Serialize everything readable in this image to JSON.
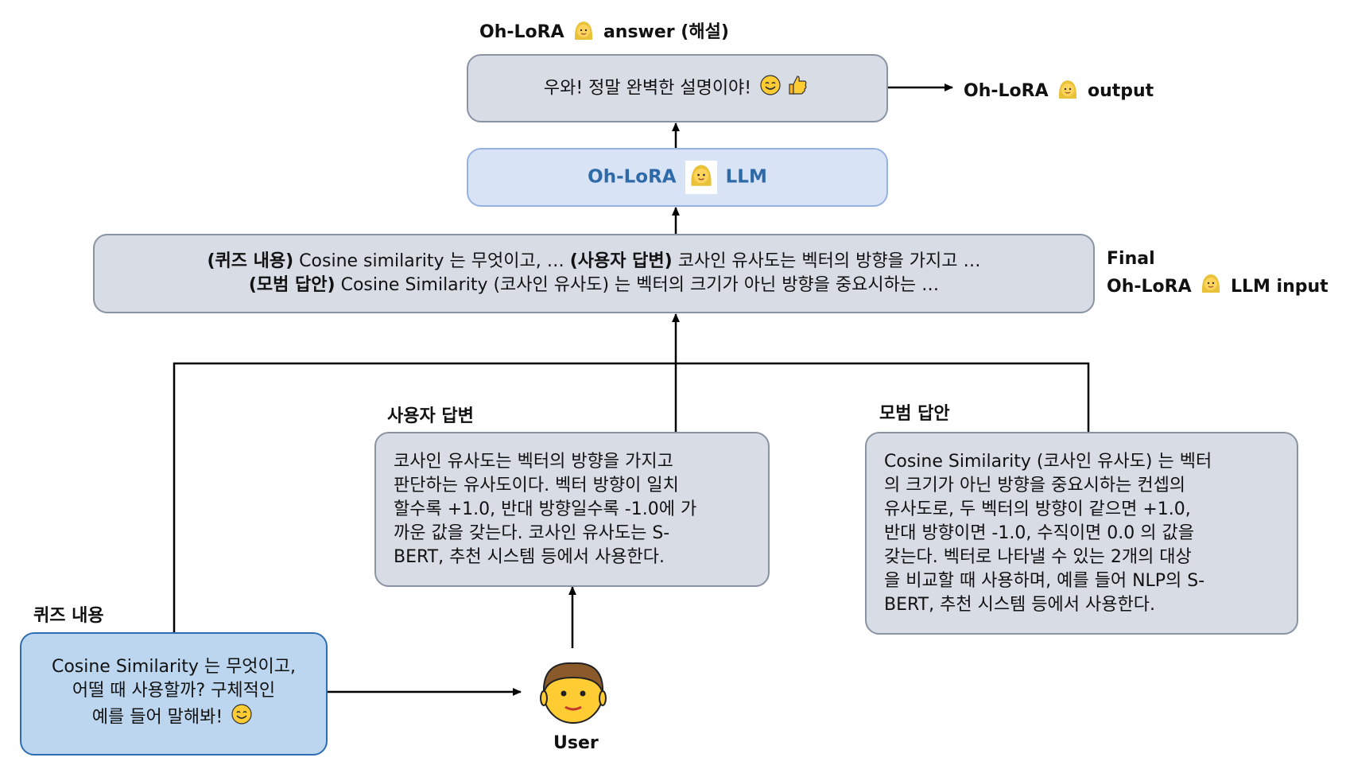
{
  "top_label": {
    "prefix": "Oh-LoRA",
    "suffix": "answer (해설)"
  },
  "answer_box": {
    "text": "우와! 정말 완벽한 설명이야!"
  },
  "output_label": {
    "prefix": "Oh-LoRA",
    "suffix": "output"
  },
  "llm_box": {
    "prefix": "Oh-LoRA",
    "suffix": "LLM"
  },
  "final_input_box": {
    "line1": [
      {
        "bold": true,
        "text": "(퀴즈 내용)"
      },
      {
        "bold": false,
        "text": " Cosine similarity 는 무엇이고, … "
      },
      {
        "bold": true,
        "text": "(사용자 답변)"
      },
      {
        "bold": false,
        "text": " 코사인 유사도는 벡터의 방향을 가지고 …"
      }
    ],
    "line2": [
      {
        "bold": true,
        "text": "(모범 답안)"
      },
      {
        "bold": false,
        "text": " Cosine Similarity (코사인 유사도) 는 벡터의 크기가 아닌 방향을 중요시하는 …"
      }
    ]
  },
  "final_label": {
    "line1": "Final",
    "line2_prefix": "Oh-LoRA",
    "line2_suffix": "LLM input"
  },
  "user_answer_label": "사용자 답변",
  "user_answer_box": {
    "lines": [
      "코사인 유사도는 벡터의 방향을 가지고",
      "판단하는 유사도이다. 벡터 방향이 일치",
      "할수록 +1.0, 반대 방향일수록 -1.0에 가",
      "까운 값을 갖는다. 코사인 유사도는 S-",
      "BERT, 추천 시스템 등에서 사용한다."
    ]
  },
  "model_answer_label": "모범 답안",
  "model_answer_box": {
    "lines": [
      "Cosine Similarity (코사인 유사도) 는 벡터",
      "의 크기가 아닌 방향을 중요시하는 컨셉의",
      "유사도로, 두 벡터의 방향이 같으면 +1.0,",
      "반대 방향이면 -1.0, 수직이면 0.0 의 값을",
      "갖는다. 벡터로 나타낼 수 있는 2개의 대상",
      "을 비교할 때 사용하며, 예를 들어 NLP의 S-",
      "BERT, 추천 시스템 등에서 사용한다."
    ]
  },
  "quiz_label": "퀴즈 내용",
  "quiz_box": {
    "lines": [
      "Cosine Similarity 는 무엇이고,",
      "어떨 때 사용할까? 구체적인",
      "예를 들어 말해봐!"
    ]
  },
  "user_label": "User",
  "icons": [
    "oh-lora-face-icon",
    "smile-icon",
    "thumbs-up-icon",
    "user-face-icon"
  ],
  "colors": {
    "grey_box": "#d7dce5",
    "light_blue_box": "#d9e3f6",
    "blue_box": "#bcd6ef",
    "llm_text": "#2e6aa8"
  }
}
